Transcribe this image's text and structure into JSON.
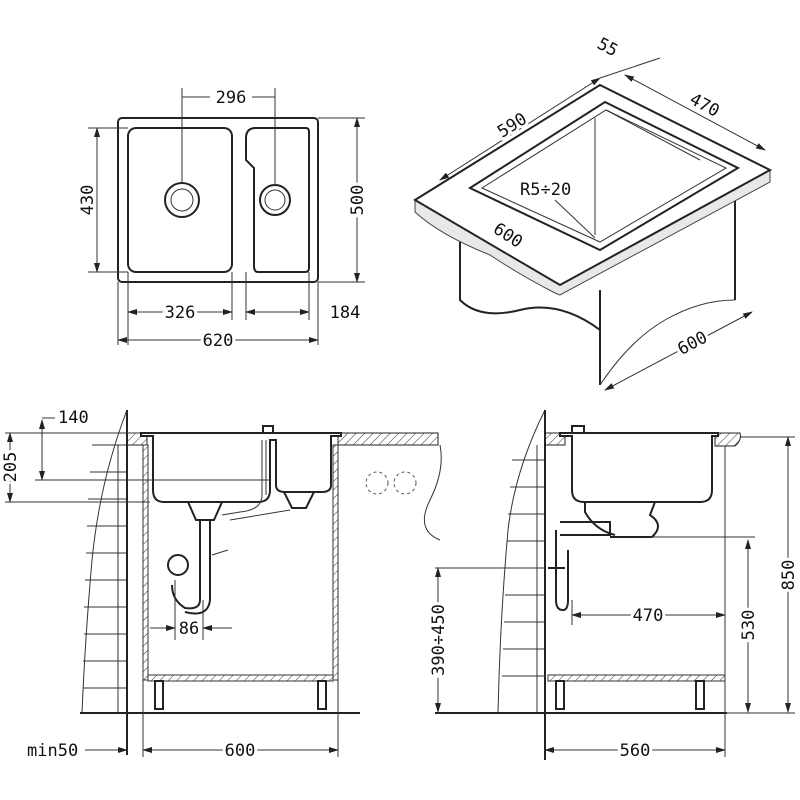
{
  "plan_view": {
    "dim_drain_spacing": "296",
    "dim_inner_depth": "430",
    "dim_outer_depth": "500",
    "dim_left_bowl": "326",
    "dim_right_bowl": "184",
    "dim_total_width": "620"
  },
  "iso_view": {
    "dim_55": "55",
    "dim_590": "590",
    "dim_470": "470",
    "dim_radius": "R5÷20",
    "dim_opening": "600",
    "dim_cabinet_depth": "600"
  },
  "front_view": {
    "dim_140": "140",
    "dim_205": "205",
    "dim_86": "86",
    "dim_min_wall": "min50",
    "dim_cabinet_width": "600"
  },
  "side_view": {
    "dim_outlet_height": "390÷450",
    "dim_470": "470",
    "dim_530": "530",
    "dim_850": "850",
    "dim_560": "560"
  }
}
